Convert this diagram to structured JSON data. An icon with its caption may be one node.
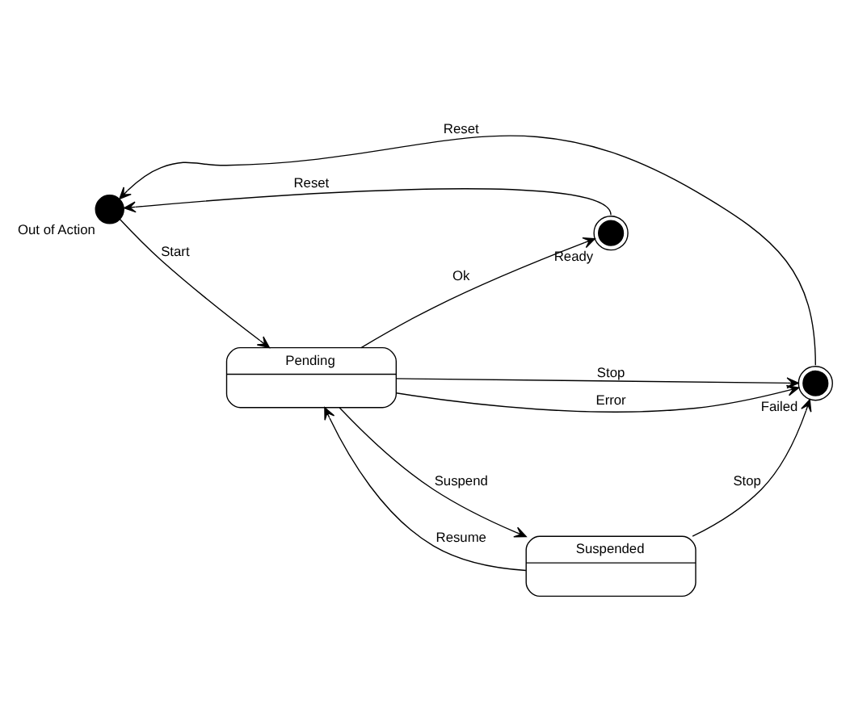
{
  "diagram": {
    "nodes": [
      {
        "text": [
          "Out of Action"
        ]
      },
      {
        "text": [
          "Ready"
        ]
      },
      {
        "text": [
          "Pending"
        ]
      },
      {
        "text": [
          "Suspended"
        ]
      },
      {
        "text": [
          "Failed"
        ]
      }
    ],
    "edges": [
      {
        "from": 1,
        "to": 0,
        "arrow": "to",
        "label": "Reset"
      },
      {
        "from": 0,
        "to": 2,
        "arrow": "to",
        "label": "Start"
      },
      {
        "from": 2,
        "to": 1,
        "arrow": "to",
        "label": "Ok"
      },
      {
        "from": 2,
        "to": 3,
        "arrow": "to",
        "label": "Suspend"
      },
      {
        "from": 3,
        "to": 2,
        "arrow": "to",
        "label": "Resume"
      },
      {
        "from": 2,
        "to": 4,
        "arrow": "to",
        "label": "Stop"
      },
      {
        "from": 2,
        "to": 4,
        "arrow": "to",
        "label": "Error"
      },
      {
        "from": 3,
        "to": 4,
        "arrow": "to",
        "label": "Stop"
      },
      {
        "from": 4,
        "to": 0,
        "arrow": "to",
        "label": "Reset"
      }
    ]
  }
}
